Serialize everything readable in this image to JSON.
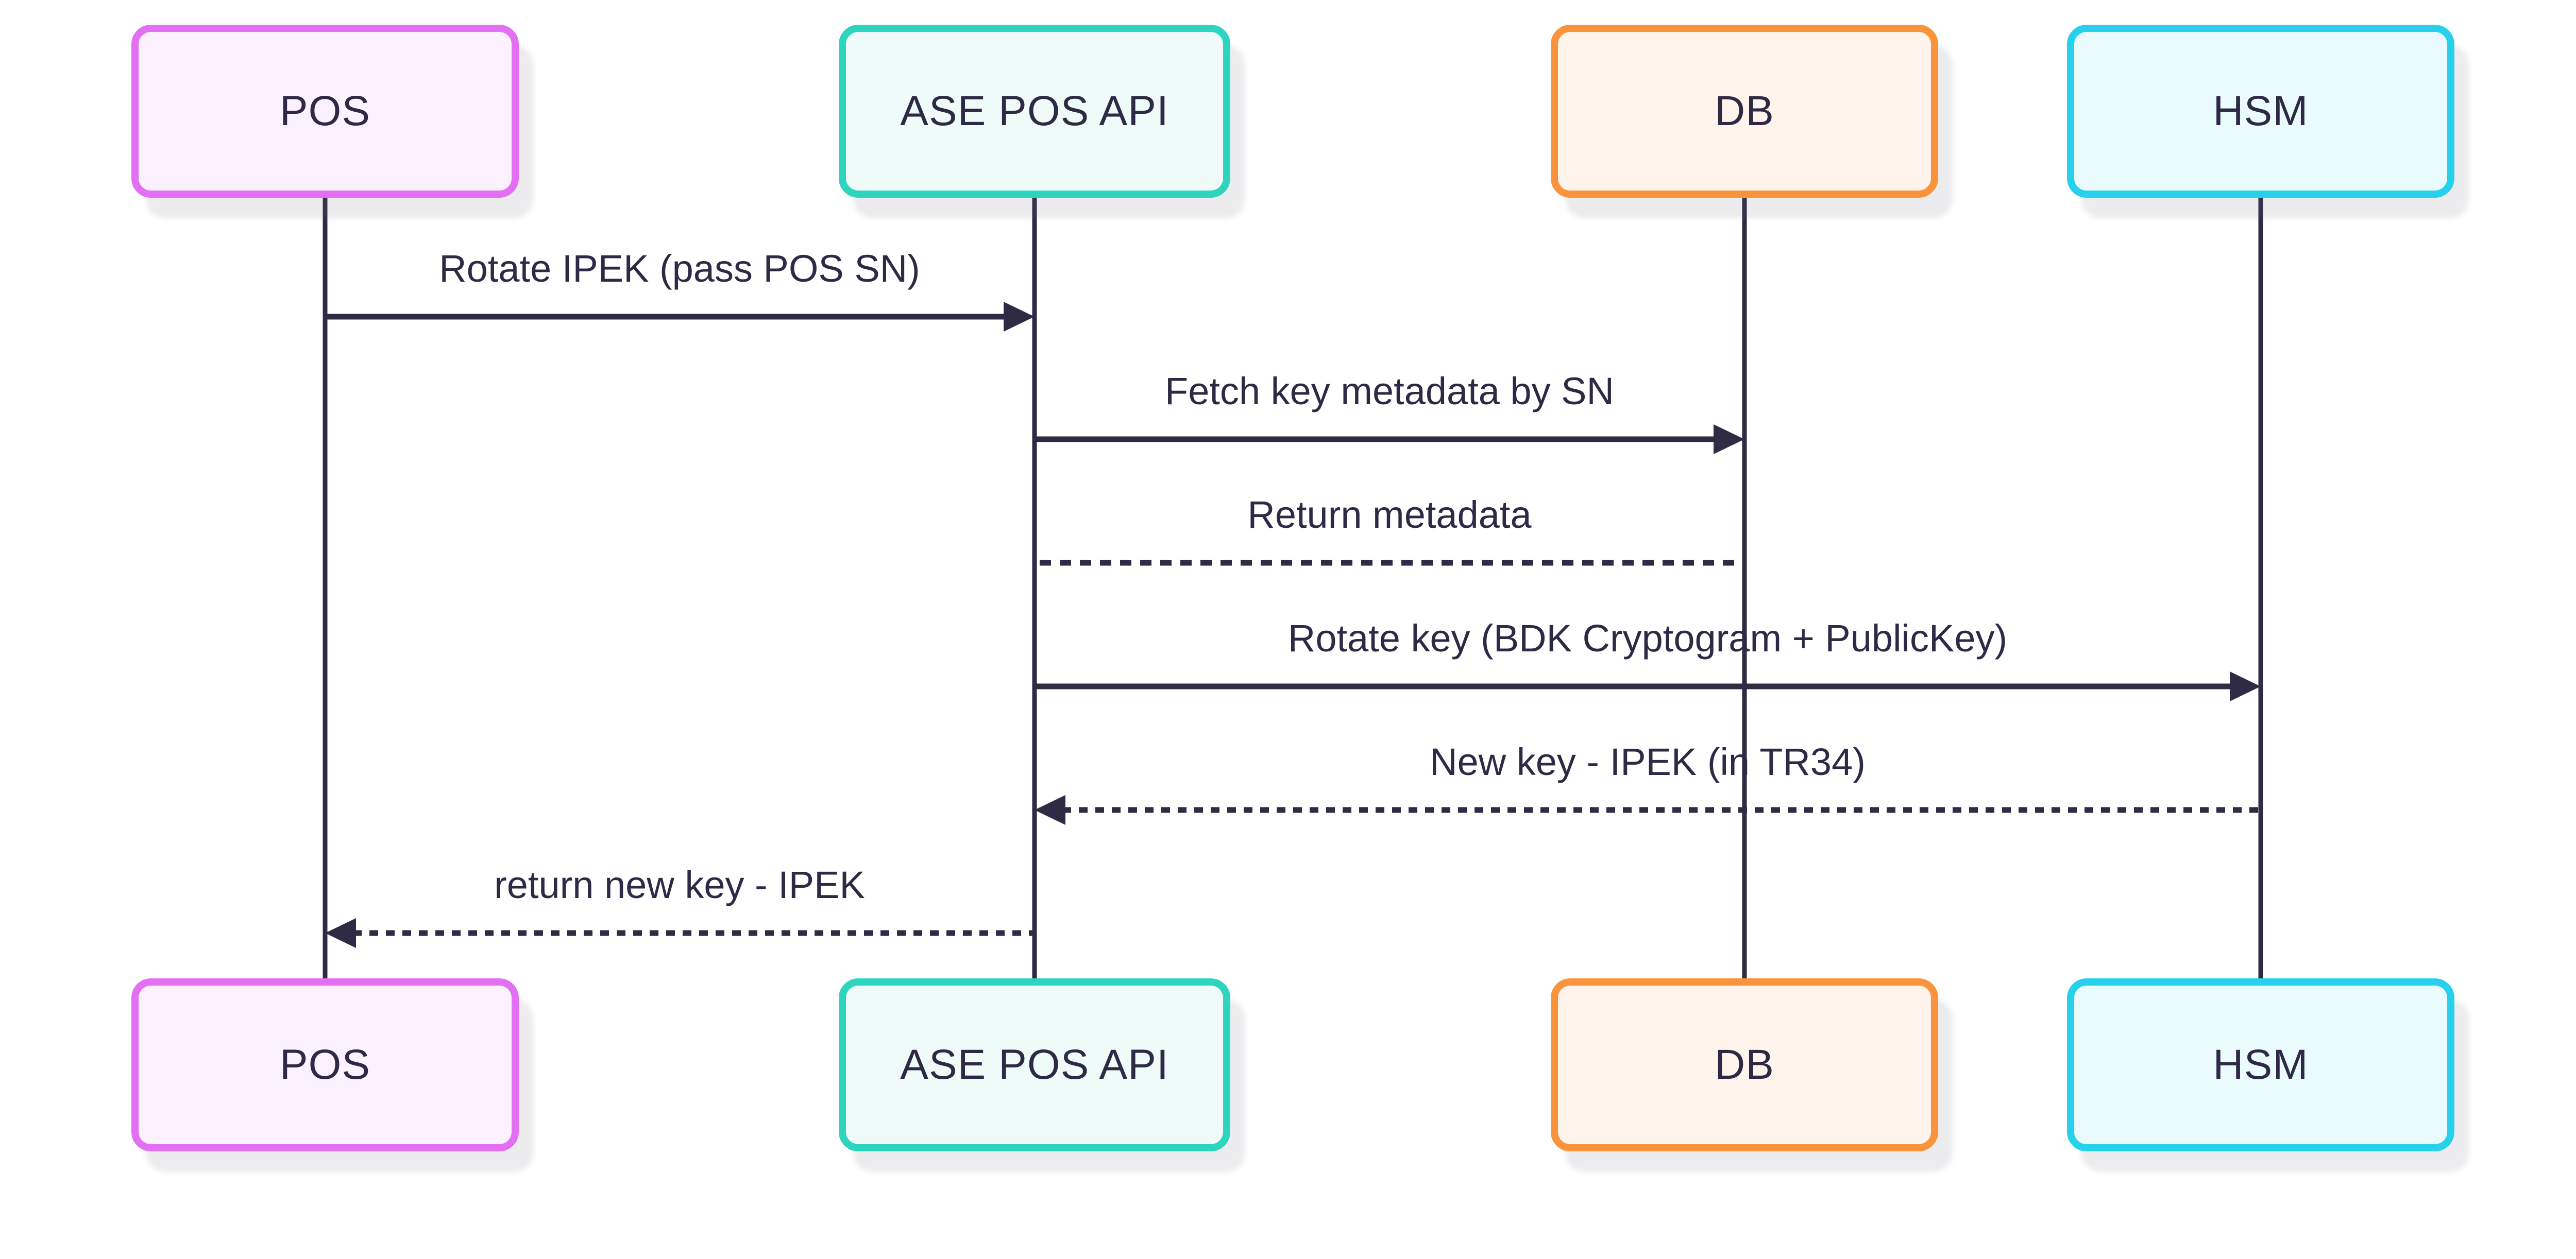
{
  "diagram": {
    "type": "sequence-diagram",
    "background_color": "#ffffff",
    "text_color": "#2E2A45",
    "line_color": "#2F2B45",
    "actors": [
      {
        "id": "pos",
        "label": "POS",
        "border_color": "#E36FF2",
        "fill_color": "#FCF1FE"
      },
      {
        "id": "ase-pos-api",
        "label": "ASE POS API",
        "border_color": "#2ED5BE",
        "fill_color": "#EFFBF8"
      },
      {
        "id": "db",
        "label": "DB",
        "border_color": "#F9943D",
        "fill_color": "#FEF4EC"
      },
      {
        "id": "hsm",
        "label": "HSM",
        "border_color": "#27D1EB",
        "fill_color": "#EAFBFE"
      }
    ],
    "messages": [
      {
        "from": "POS",
        "to": "ASE POS API",
        "label": "Rotate IPEK (pass POS SN)",
        "style": "solid",
        "arrowhead": true
      },
      {
        "from": "ASE POS API",
        "to": "DB",
        "label": "Fetch key metadata by SN",
        "style": "solid",
        "arrowhead": true
      },
      {
        "from": "DB",
        "to": "ASE POS API",
        "label": "Return metadata",
        "style": "dashed",
        "arrowhead": false
      },
      {
        "from": "ASE POS API",
        "to": "HSM",
        "label": "Rotate key (BDK Cryptogram + PublicKey)",
        "style": "solid",
        "arrowhead": true
      },
      {
        "from": "HSM",
        "to": "ASE POS API",
        "label": "New key - IPEK (in TR34)",
        "style": "dashed",
        "arrowhead": true
      },
      {
        "from": "ASE POS API",
        "to": "POS",
        "label": "return new key - IPEK",
        "style": "dashed",
        "arrowhead": true
      }
    ]
  }
}
